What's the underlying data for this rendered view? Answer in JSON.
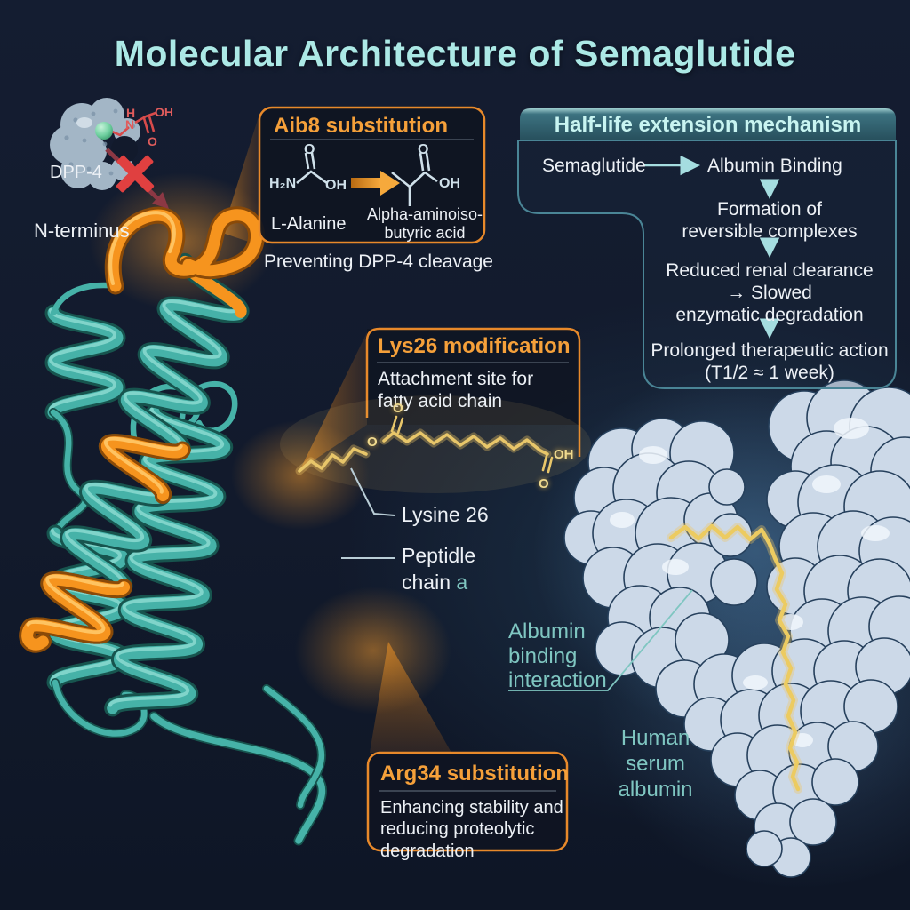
{
  "title": "Molecular Architecture of Semaglutide",
  "dpp4": {
    "label": "DPP-4",
    "n_terminus": "N-terminus",
    "chem": {
      "h": "H",
      "n": "N",
      "oh": "OH",
      "o": "O"
    }
  },
  "aib8": {
    "title": "Aib8 substitution",
    "left_formula": {
      "amine": "H₂N",
      "carbonyl_o": "O",
      "hydroxyl": "OH"
    },
    "left_name": "L-Alanine",
    "right_formula": {
      "carbonyl_o": "O",
      "hydroxyl": "OH"
    },
    "right_name_line1": "Alpha-aminoiso-",
    "right_name_line2": "butyric acid",
    "caption": "Preventing DPP-4 cleavage"
  },
  "halflife": {
    "title": "Half-life extension mechanism",
    "start": "Semaglutide",
    "bind": "Albumin Binding",
    "step2": [
      "Formation of",
      "reversible complexes"
    ],
    "step3": [
      "Reduced renal clearance",
      "→ Slowed",
      "enzymatic degradation"
    ],
    "step4": [
      "Prolonged therapeutic action",
      "(T1/2 ≈ 1 week)"
    ]
  },
  "lys26": {
    "title": "Lys26 modification",
    "desc": [
      "Attachment site for",
      "fatty acid chain"
    ],
    "chain_formula": {
      "ester_o": "O",
      "carbonyl_o": "O",
      "hydroxyl": "OH",
      "acid_o": "O"
    }
  },
  "pointers": {
    "lysine": "Lysine 26",
    "peptide_line1": "Peptidle",
    "peptide_line2": "chain",
    "peptide_chain_id": "a"
  },
  "arg34": {
    "title": "Arg34 substitution",
    "desc": [
      "Enhancing stability and",
      "reducing proteolytic",
      "degradation"
    ]
  },
  "albumin": {
    "interaction": [
      "Albumin",
      "binding",
      "interaction"
    ],
    "name": [
      "Human",
      "serum",
      "albumin"
    ]
  },
  "colors": {
    "background": "#121a2c",
    "title_text": "#ace9e6",
    "accent_orange": "#f0912b",
    "box_border_orange": "#e8892a",
    "ribbon_teal": "#46b2a8",
    "ribbon_orange": "#f6941e",
    "fatty_acid_gold": "#e8c66a",
    "panel_border_teal": "#4a8596",
    "panel_header_bg": "#2a5764",
    "label_white": "#edf1f6",
    "label_teal": "#7fc6c1",
    "red": "#e04040",
    "albumin_surface": "#ccd9e8"
  }
}
